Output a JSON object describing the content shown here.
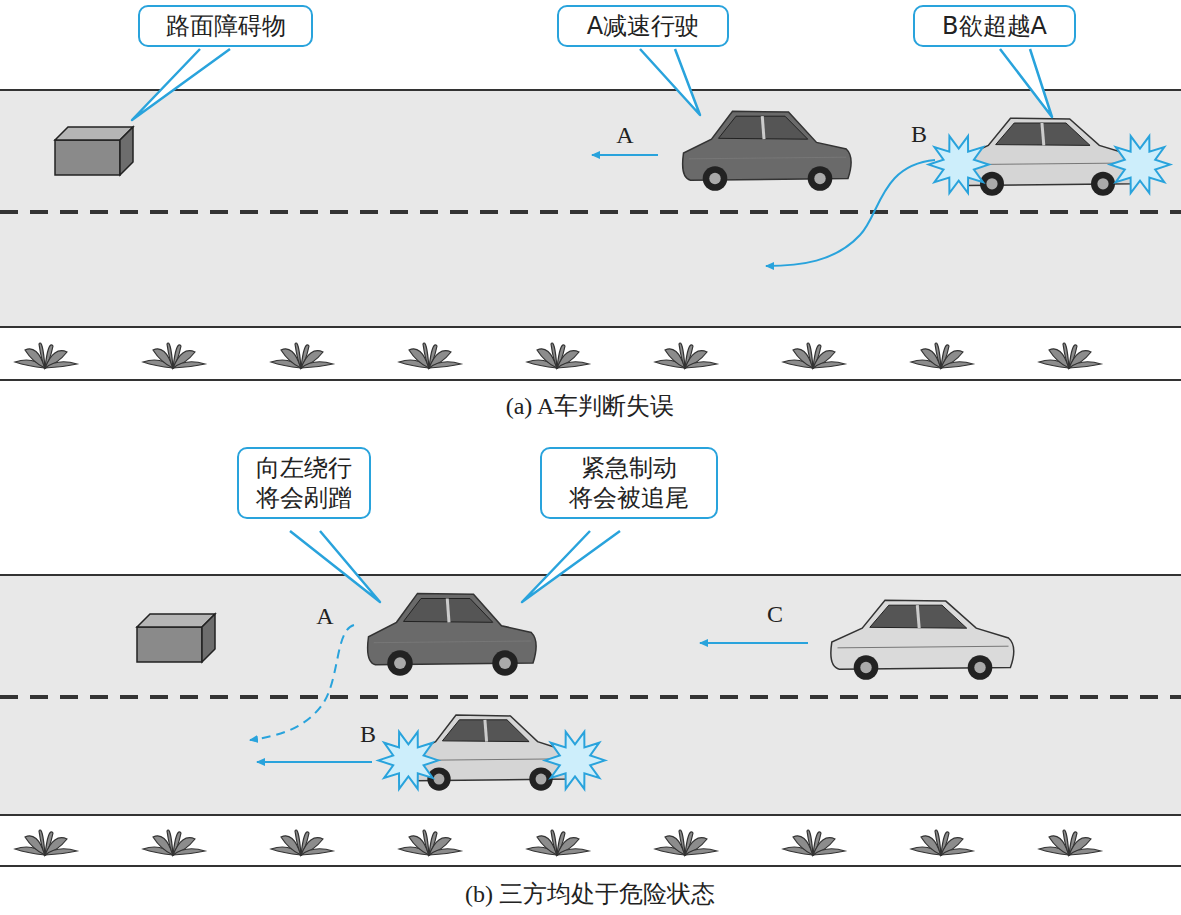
{
  "diagram": {
    "nodes": [
      {
        "text": [
          "路面障碍物"
        ]
      },
      {
        "text": [
          "A减速行驶"
        ]
      },
      {
        "text": [
          "B欲超越A"
        ]
      },
      {
        "text": [
          "向左绕行 将会剐蹭"
        ]
      },
      {
        "text": [
          "紧急制动 将会被追尾"
        ]
      }
    ],
    "labels": [
      "A",
      "B",
      "(a) A车判断失误",
      "A",
      "C",
      "B",
      "(b) 三方均处于危险状态"
    ]
  }
}
